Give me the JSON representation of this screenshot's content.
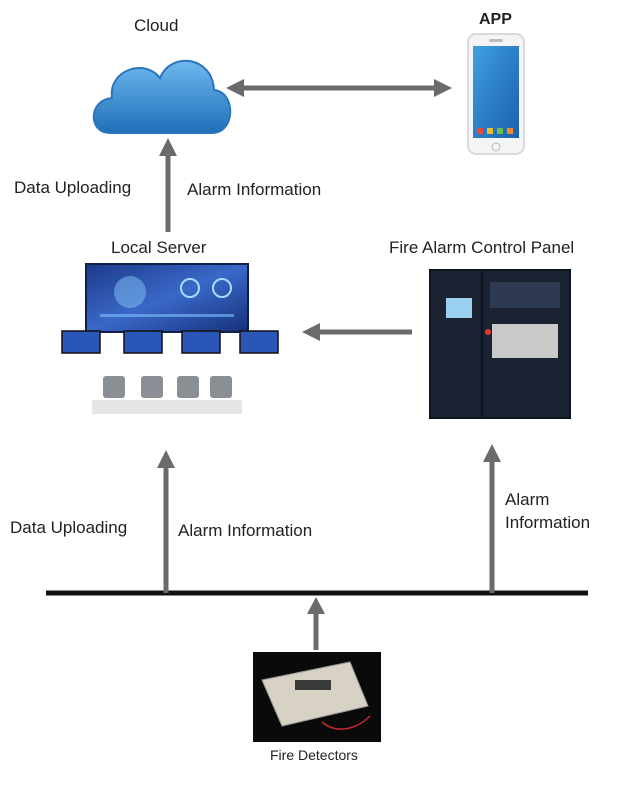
{
  "nodes": {
    "cloud": {
      "label": "Cloud"
    },
    "app": {
      "label": "APP"
    },
    "local_server": {
      "label": "Local Server"
    },
    "fire_panel": {
      "label": "Fire Alarm Control Panel"
    },
    "fire_detectors": {
      "label": "Fire Detectors"
    }
  },
  "edges": {
    "server_to_cloud_left": "Data Uploading",
    "server_to_cloud_right": "Alarm Information",
    "bus_to_server_left": "Data Uploading",
    "bus_to_server_right": "Alarm Information",
    "bus_to_panel_line1": "Alarm",
    "bus_to_panel_line2": "Information"
  },
  "colors": {
    "arrow": "#6b6b6b",
    "bus": "#111111",
    "cloud": "#3b8fd6",
    "panel": "#1b2333"
  }
}
